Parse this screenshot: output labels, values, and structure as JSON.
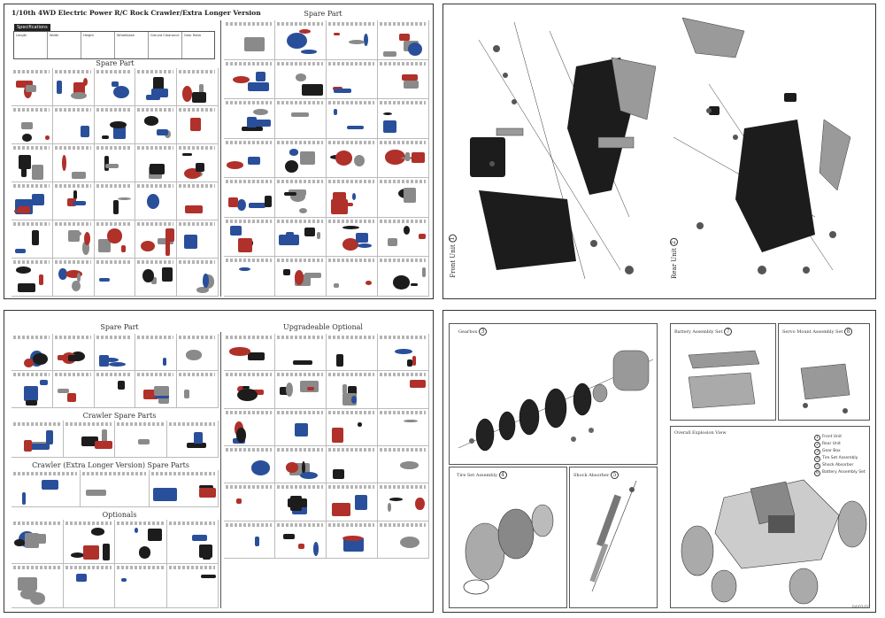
{
  "page1": {
    "title": "1/10th 4WD Electric Power R/C Rock Crawler/Extra Longer Version",
    "specs_label": "Specifications",
    "spec_cells": [
      "Length",
      "Width",
      "Height",
      "Wheelbase",
      "Ground Clearance",
      "Gear Ratio"
    ],
    "spare_part_left": "Spare Part",
    "spare_part_right": "Spare Part"
  },
  "page2": {
    "front_unit": "Front Unit",
    "front_num": "1",
    "rear_unit": "Rear Unit",
    "rear_num": "2"
  },
  "page3": {
    "spare_part": "Spare Part",
    "upgrade": "Upgradeable Optional",
    "crawler_spare": "Crawler Spare Parts",
    "crawler_ext": "Crawler (Extra Longer Version) Spare Parts",
    "optionals": "Optionals"
  },
  "page4": {
    "gearbox": "Gearbox",
    "gearbox_num": "3",
    "battery": "Battery Assembly Set",
    "battery_num": "7",
    "servo": "Servo Mount Assembly Set",
    "servo_num": "8",
    "tire": "Tire Set Assembly",
    "tire_num": "4",
    "shock": "Shock Absorber",
    "shock_num": "5",
    "overall": "Overall Explosion View",
    "legend": [
      {
        "num": "1",
        "label": "Front Unit"
      },
      {
        "num": "2",
        "label": "Rear Unit"
      },
      {
        "num": "3",
        "label": "Gear Box"
      },
      {
        "num": "4",
        "label": "Tire Set Assembly"
      },
      {
        "num": "5",
        "label": "Shock Absorber"
      },
      {
        "num": "6",
        "label": "Battery Assembly Set"
      }
    ],
    "page_number": "04/01/10"
  },
  "colors": {
    "part_blue": "#2a4f9a",
    "part_black": "#1c1c1c",
    "part_grey": "#8a8a8a",
    "part_red": "#b0302a",
    "line_dark": "#333333"
  }
}
